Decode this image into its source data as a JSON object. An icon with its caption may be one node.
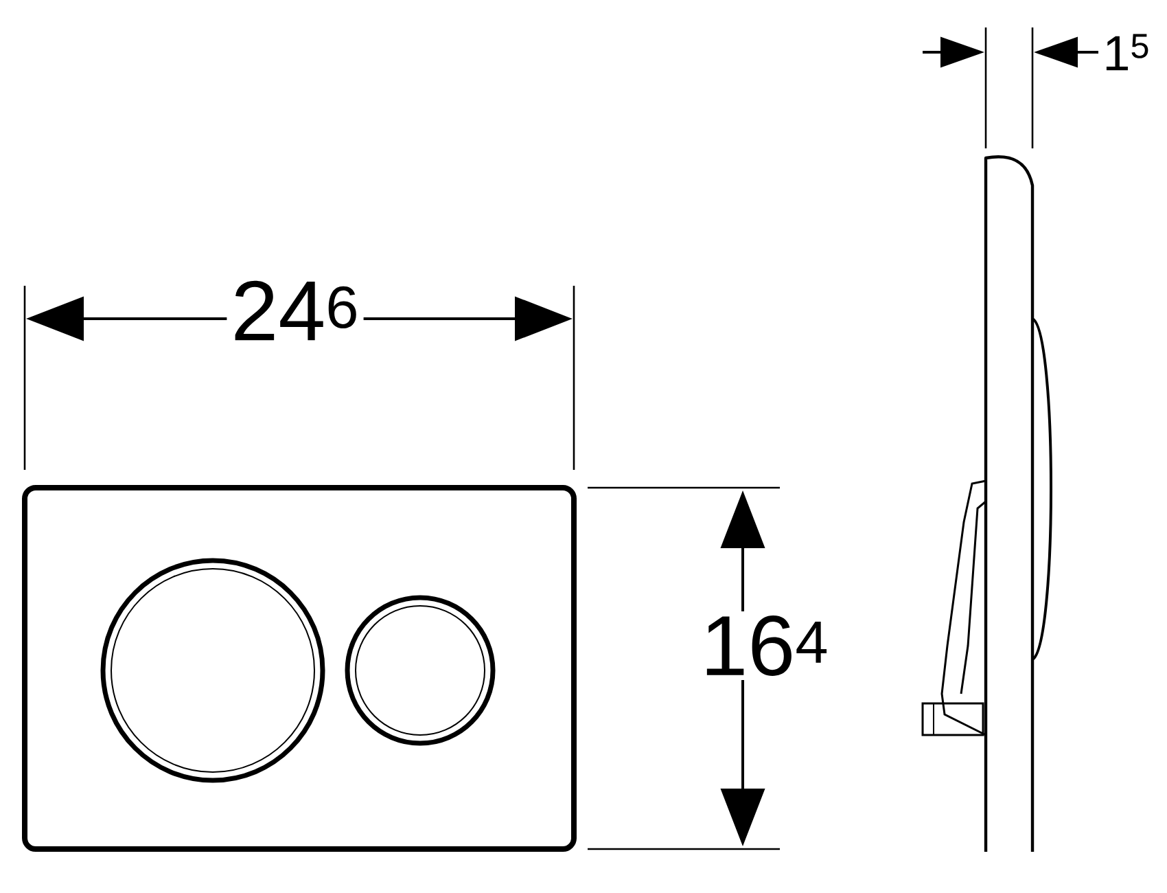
{
  "diagram": {
    "labels": [
      "24$^{6}$",
      "16$^{4}$",
      "1$^{5}$"
    ]
  }
}
